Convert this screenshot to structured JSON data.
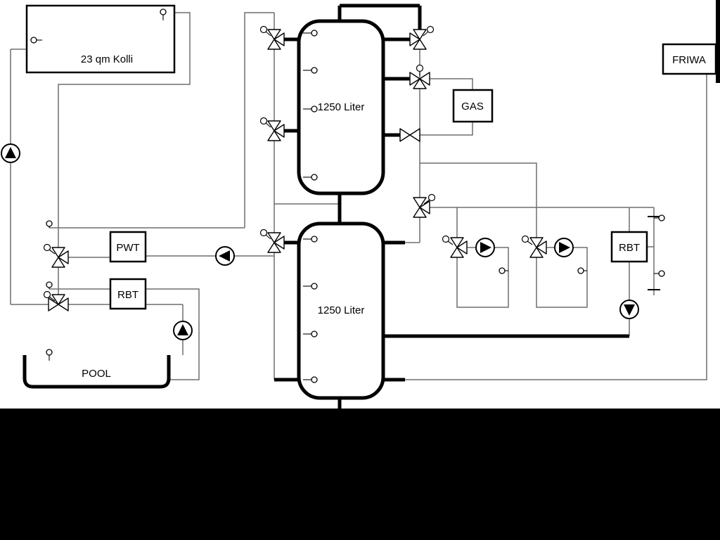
{
  "colors": {
    "background": "#ffffff",
    "pipe_thin": "#6e6e6e",
    "pipe_thick": "#000000",
    "component_outline": "#000000",
    "mask": "#000000"
  },
  "labels": {
    "collector": "23 qm Kolli",
    "tank_top": "1250 Liter",
    "tank_bottom": "1250 Liter",
    "gas": "GAS",
    "friwa": "FRIWA",
    "pwt": "PWT",
    "rbt_left": "RBT",
    "rbt_right": "RBT",
    "pool": "POOL"
  }
}
